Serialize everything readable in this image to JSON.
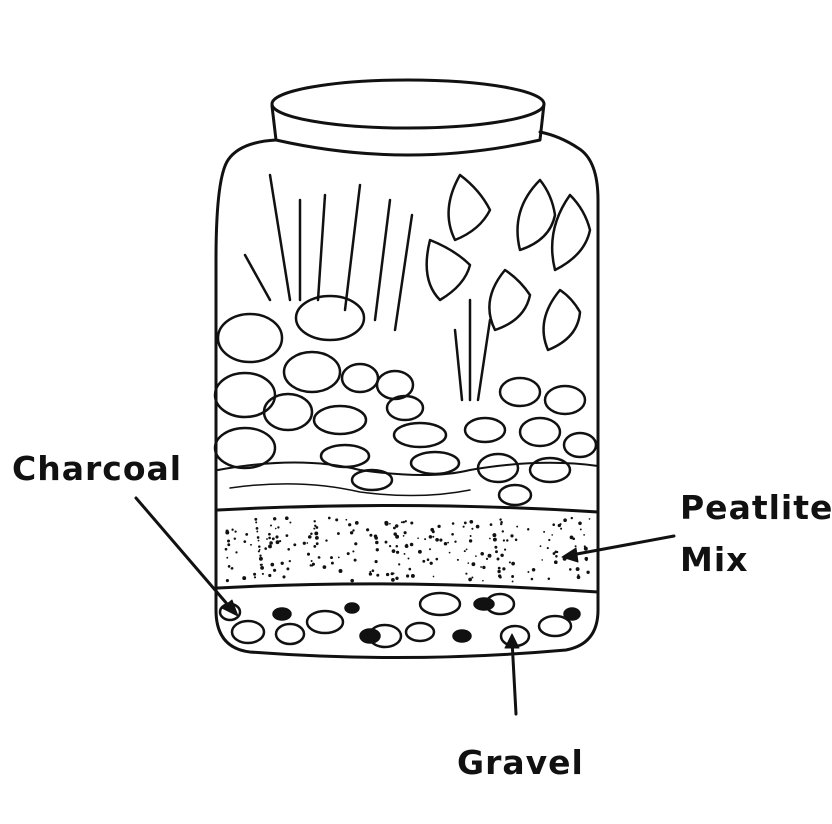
{
  "labels": {
    "charcoal": "Charcoal",
    "peatlite_line1": "Peatlite",
    "peatlite_line2": "Mix",
    "gravel": "Gravel"
  },
  "colors": {
    "ink": "#111111",
    "background": "#ffffff"
  },
  "illustration": "terrarium-jar-with-plants"
}
